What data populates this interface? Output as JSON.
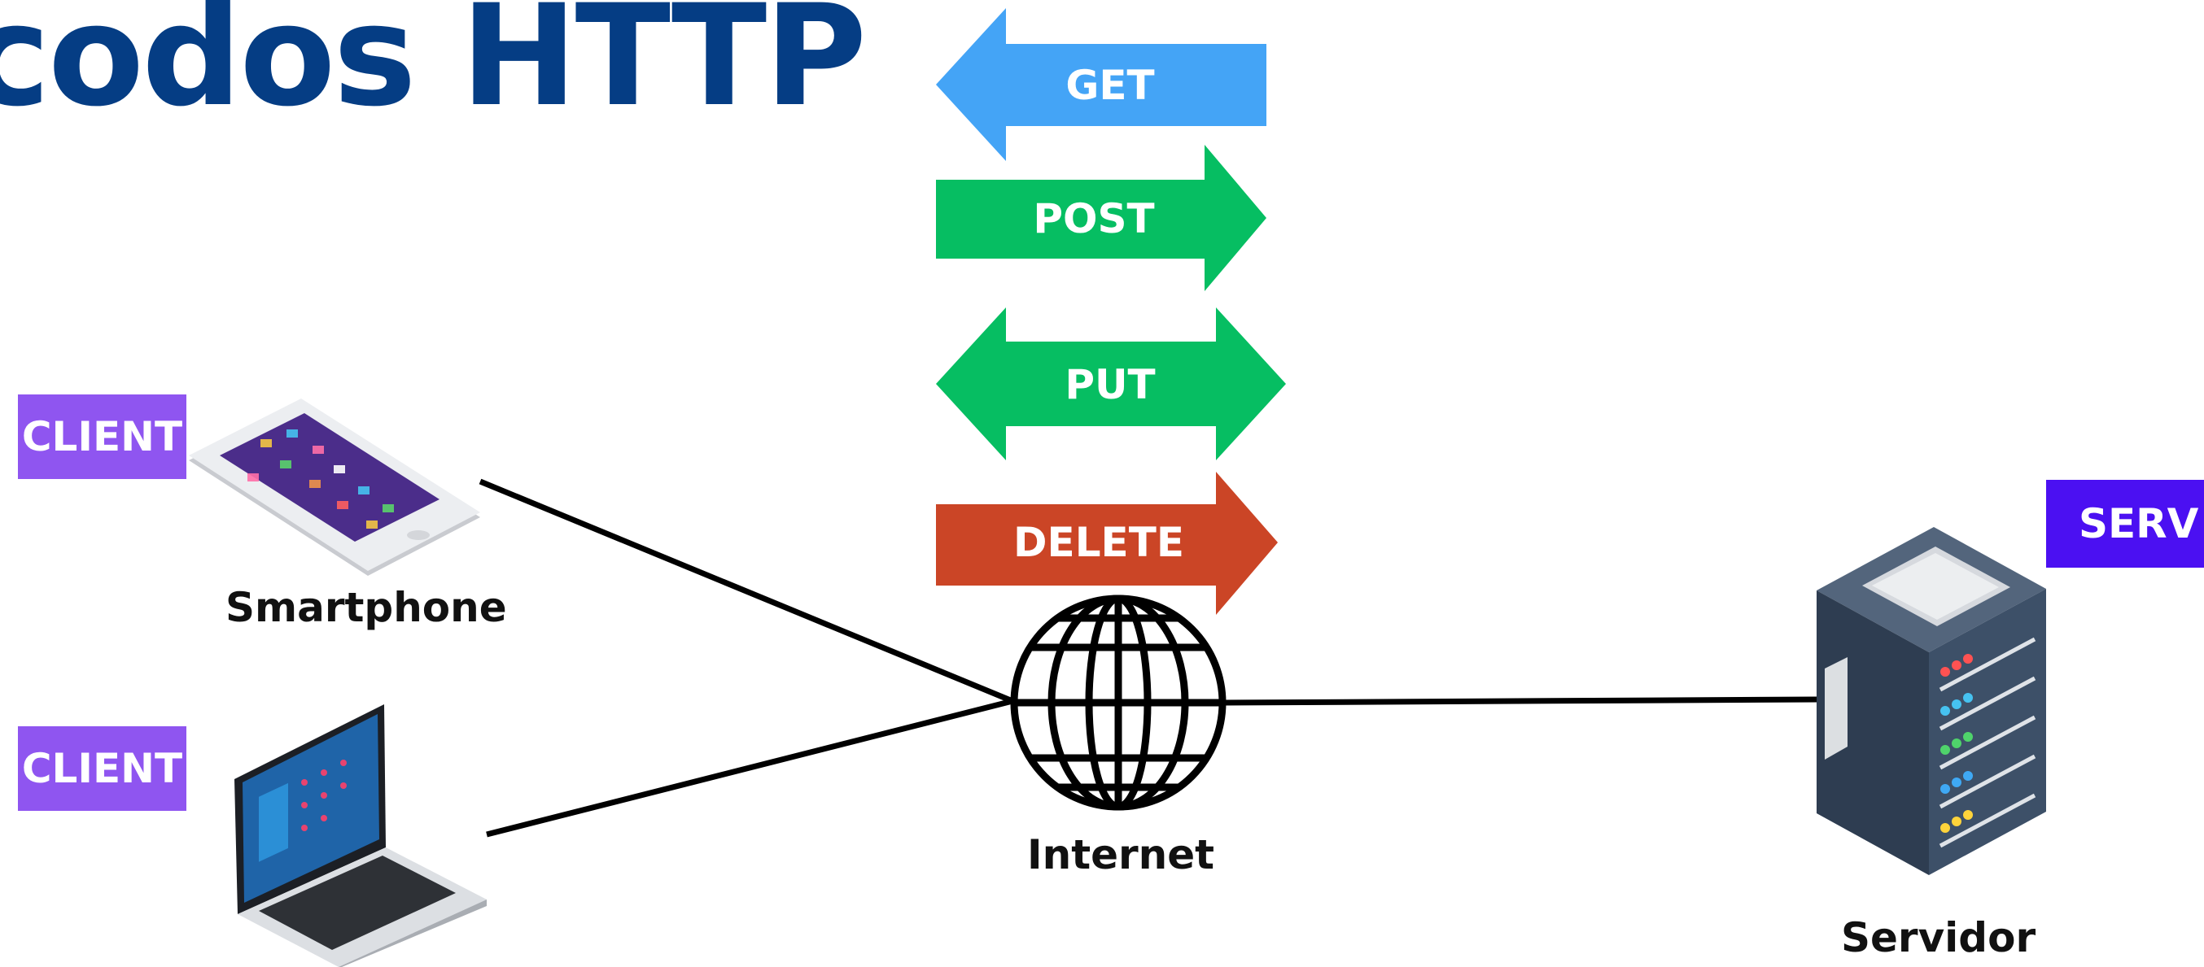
{
  "title": "codos HTTP",
  "methods": {
    "get": {
      "label": "GET",
      "color": "#44a4f6"
    },
    "post": {
      "label": "POST",
      "color": "#06be62"
    },
    "put": {
      "label": "PUT",
      "color": "#06be62"
    },
    "delete": {
      "label": "DELETE",
      "color": "#cb4526"
    }
  },
  "nodes": {
    "smartphone": {
      "caption": "Smartphone",
      "badge": "CLIENT"
    },
    "laptop": {
      "badge": "CLIENT"
    },
    "internet": {
      "caption": "Internet"
    },
    "server": {
      "caption": "Servidor",
      "badge": "SERV"
    }
  },
  "colors": {
    "title": "#053d84",
    "client_badge": "#8f55f0",
    "server_badge": "#4b10f2",
    "server_body": "#3d5068"
  },
  "icons": [
    "smartphone-icon",
    "laptop-icon",
    "globe-icon",
    "server-icon"
  ]
}
